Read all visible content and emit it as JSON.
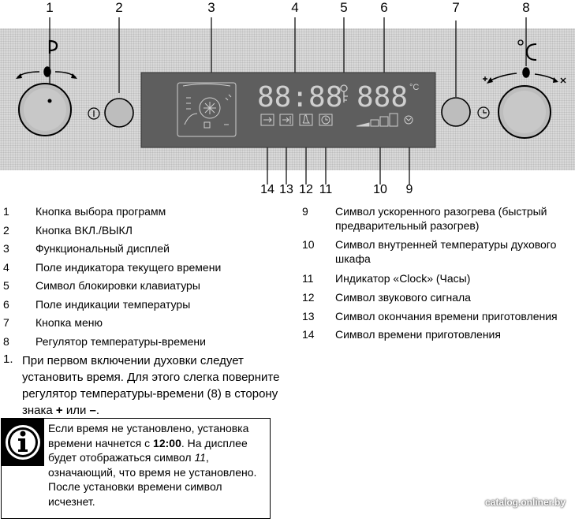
{
  "callouts_top": [
    "1",
    "2",
    "3",
    "4",
    "5",
    "6",
    "7",
    "8"
  ],
  "callouts_bottom": [
    "14",
    "13",
    "12",
    "11",
    "10",
    "9"
  ],
  "display": {
    "time": "88:88",
    "temp": "888",
    "temp_unit": "°C"
  },
  "knob_left_symbol": "P",
  "knob_right_symbol": "°C",
  "legend_left": [
    {
      "n": "1",
      "t": "Кнопка выбора программ"
    },
    {
      "n": "2",
      "t": "Кнопка ВКЛ./ВЫКЛ"
    },
    {
      "n": "3",
      "t": "Функциональный дисплей"
    },
    {
      "n": "4",
      "t": "Поле индикатора текущего времени"
    },
    {
      "n": "5",
      "t": "Символ блокировки клавиатуры"
    },
    {
      "n": "6",
      "t": "Поле индикации температуры"
    },
    {
      "n": "7",
      "t": "Кнопка меню"
    },
    {
      "n": "8",
      "t": "Регулятор температуры-времени"
    }
  ],
  "legend_right": [
    {
      "n": "9",
      "t": "Символ ускоренного разогрева (быстрый предварительный разогрев)"
    },
    {
      "n": "10",
      "t": "Символ внутренней температуры духового шкафа"
    },
    {
      "n": "11",
      "t": "Индикатор «Clock» (Часы)"
    },
    {
      "n": "12",
      "t": "Символ звукового сигнала"
    },
    {
      "n": "13",
      "t": "Символ окончания времени приготовления"
    },
    {
      "n": "14",
      "t": "Символ времени приготовления"
    }
  ],
  "step": {
    "num": "1.",
    "text_a": "При первом включении духовки следует установить время. Для этого слегка поверните регулятор температуры-времени (8) в сторону знака ",
    "plus": "+",
    "or": " или ",
    "minus": "–",
    "end": "."
  },
  "note": {
    "a": "Если время не установлено, установка времени начнется с ",
    "time": "12:00",
    "b": ". На дисплее будет отображаться символ ",
    "sym": "11",
    "c": ", означающий, что время не установлено. После установки времени символ исчезнет."
  },
  "watermark": "catalog.onliner.by"
}
